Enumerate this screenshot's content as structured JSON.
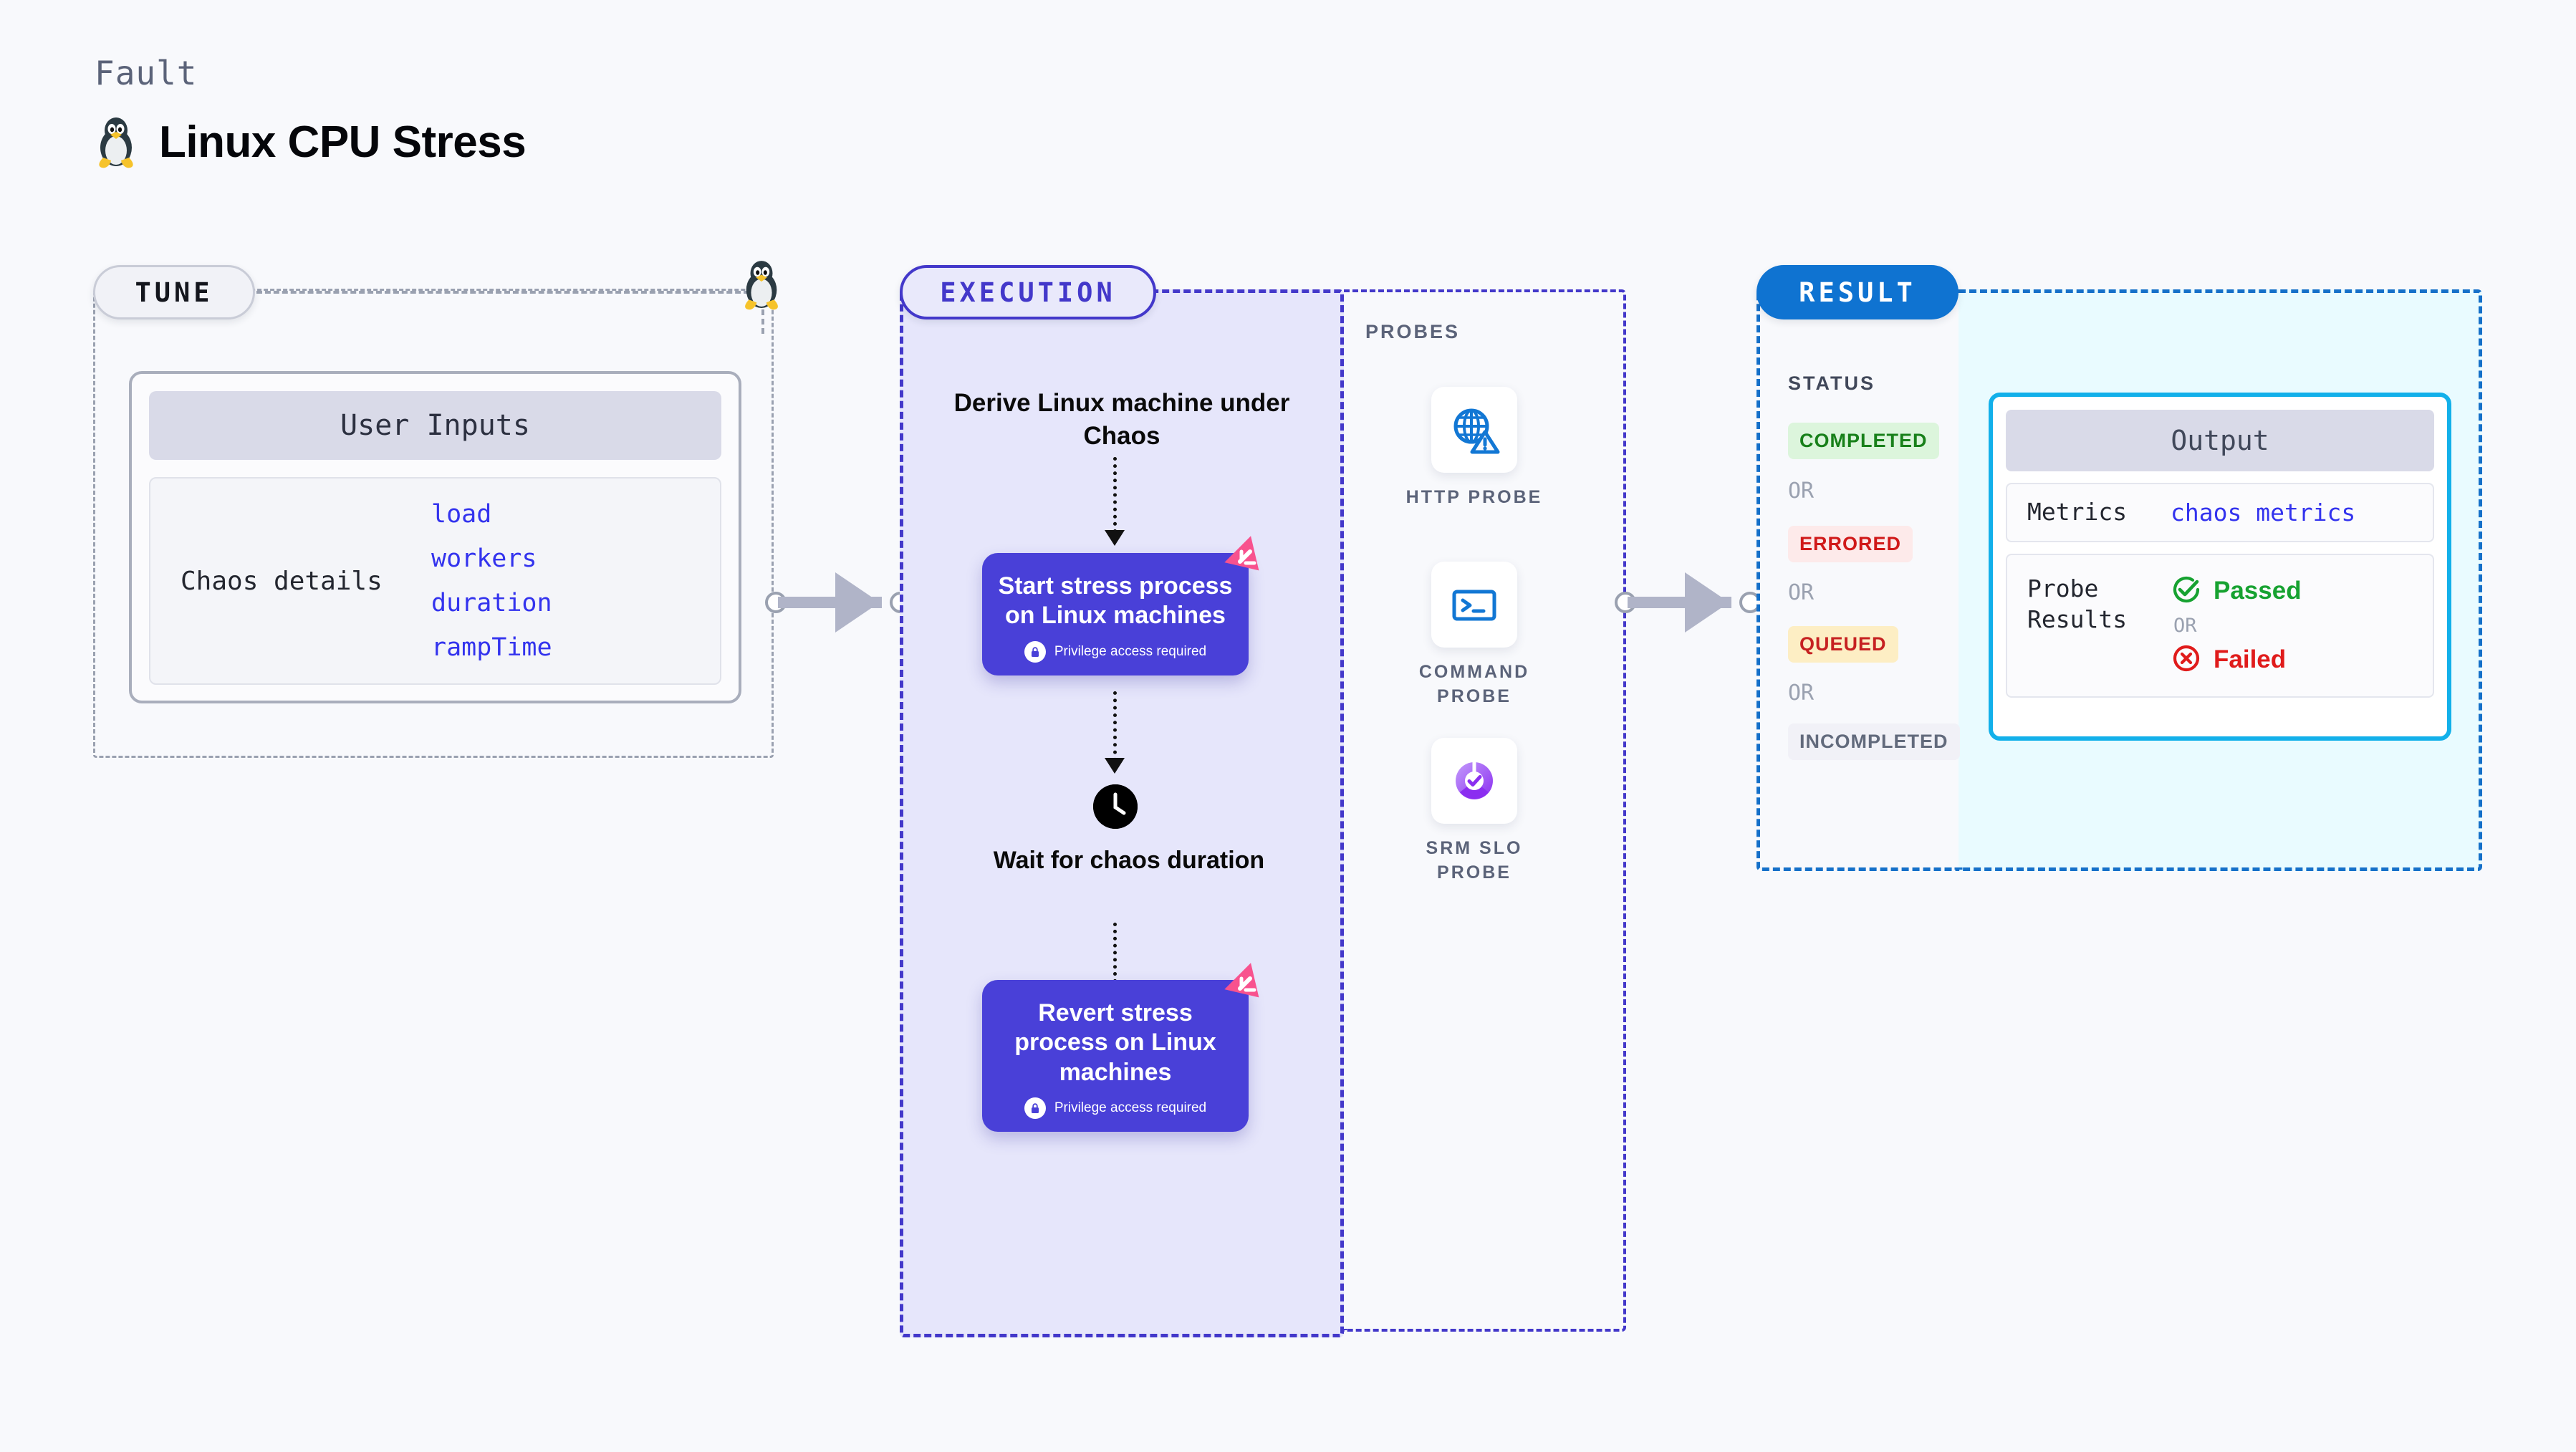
{
  "header": {
    "kicker": "Fault",
    "title": "Linux CPU Stress",
    "icon": "linux-penguin-icon"
  },
  "tune": {
    "pill_label": "TUNE",
    "icon": "linux-penguin-icon",
    "card": {
      "header": "User Inputs",
      "row_key": "Chaos details",
      "values": [
        "load",
        "workers",
        "duration",
        "rampTime"
      ]
    }
  },
  "execution": {
    "pill_label": "EXECUTION",
    "steps": [
      {
        "type": "text",
        "label": "Derive Linux machine under Chaos"
      },
      {
        "type": "action",
        "label": "Start stress process on Linux machines",
        "note": "Privilege access required",
        "note_icon": "lock-icon",
        "badge_icon": "chaos-badge-icon"
      },
      {
        "type": "wait",
        "label": "Wait for chaos duration",
        "icon": "clock-icon"
      },
      {
        "type": "action",
        "label": "Revert stress process on Linux machines",
        "note": "Privilege access required",
        "note_icon": "lock-icon",
        "badge_icon": "chaos-badge-icon"
      }
    ]
  },
  "probes": {
    "title": "PROBES",
    "items": [
      {
        "label": "HTTP PROBE",
        "icon": "globe-warning-icon"
      },
      {
        "label": "COMMAND PROBE",
        "icon": "terminal-prompt-icon"
      },
      {
        "label": "SRM SLO PROBE",
        "icon": "slo-donut-check-icon"
      }
    ]
  },
  "result": {
    "pill_label": "RESULT",
    "status_title": "STATUS",
    "or_label": "OR",
    "statuses": [
      {
        "label": "COMPLETED",
        "bg": "#dcf5dc",
        "fg": "#18801a"
      },
      {
        "label": "ERRORED",
        "bg": "#fdeaea",
        "fg": "#d01919"
      },
      {
        "label": "QUEUED",
        "bg": "#fdeec4",
        "fg": "#c62121"
      },
      {
        "label": "INCOMPLETED",
        "bg": "#f1f1f7",
        "fg": "#626a7c"
      }
    ]
  },
  "output": {
    "header": "Output",
    "metrics_key": "Metrics",
    "metrics_value": "chaos metrics",
    "probe_results_key": "Probe Results",
    "or_label": "OR",
    "passed_label": "Passed",
    "failed_label": "Failed",
    "passed_icon": "check-circle-icon",
    "failed_icon": "x-circle-icon"
  },
  "colors": {
    "background": "#f8f9fc",
    "execution_fill": "#e6e6fb",
    "execution_border": "#4338ca",
    "action_box": "#4940d8",
    "result_border": "#1570c9",
    "result_pill": "#0f73d1",
    "output_fill": "#e9fbff",
    "output_card_border": "#12b0ea",
    "tune_border": "#9aa1b0",
    "mono_accent": "#3333ee",
    "badge_pink": "#f8528e"
  }
}
